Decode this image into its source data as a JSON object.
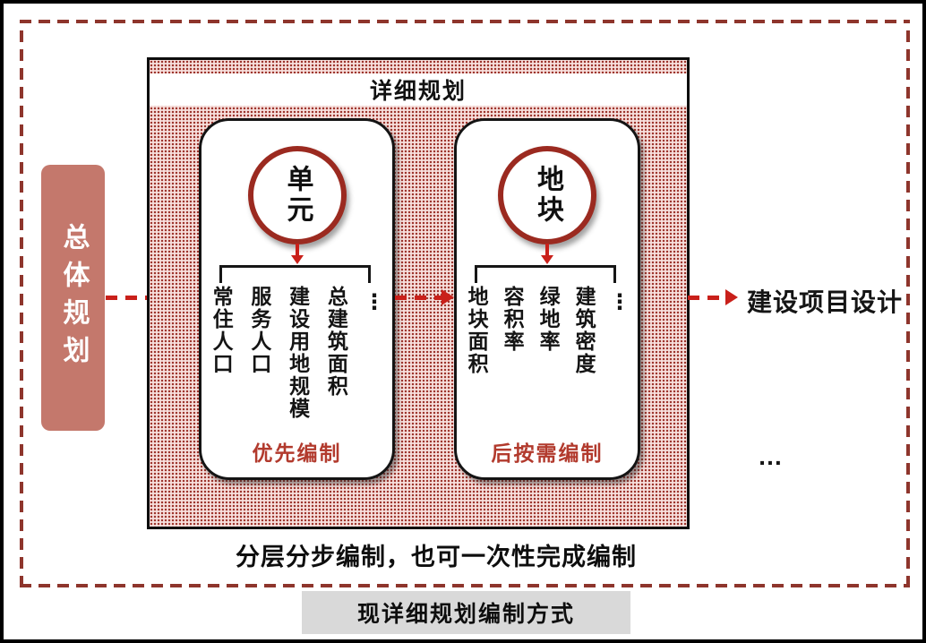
{
  "diagram": {
    "master_plan": {
      "label": "总体规划"
    },
    "detail_plan": {
      "title": "详细规划",
      "cards": [
        {
          "circle_label": "单元",
          "indicators": [
            "常住人口",
            "服务人口",
            "建设用地规模",
            "总建筑面积"
          ],
          "ellipsis": "⋮",
          "tag": "优先编制"
        },
        {
          "circle_label": "地块",
          "indicators": [
            "地块面积",
            "容积率",
            "绿地率",
            "建筑密度"
          ],
          "ellipsis": "⋮",
          "tag": "后按需编制"
        }
      ]
    },
    "output": {
      "label": "建设项目设计"
    },
    "more_ellipsis": "…",
    "note": "分层分步编制，也可一次性完成编制",
    "caption": "现详细规划编制方式"
  },
  "colors": {
    "circle_ring_red": "#9b2a20",
    "arrow_red": "#c9201a",
    "dashed_border_red": "#8e352c",
    "master_box_salmon": "#c4786c",
    "tag_text_red": "#b23a2d",
    "hatch_dot": "#9e362e",
    "hatch_bg": "#f7e0dd",
    "caption_bar_gray": "#d9d9d9"
  }
}
